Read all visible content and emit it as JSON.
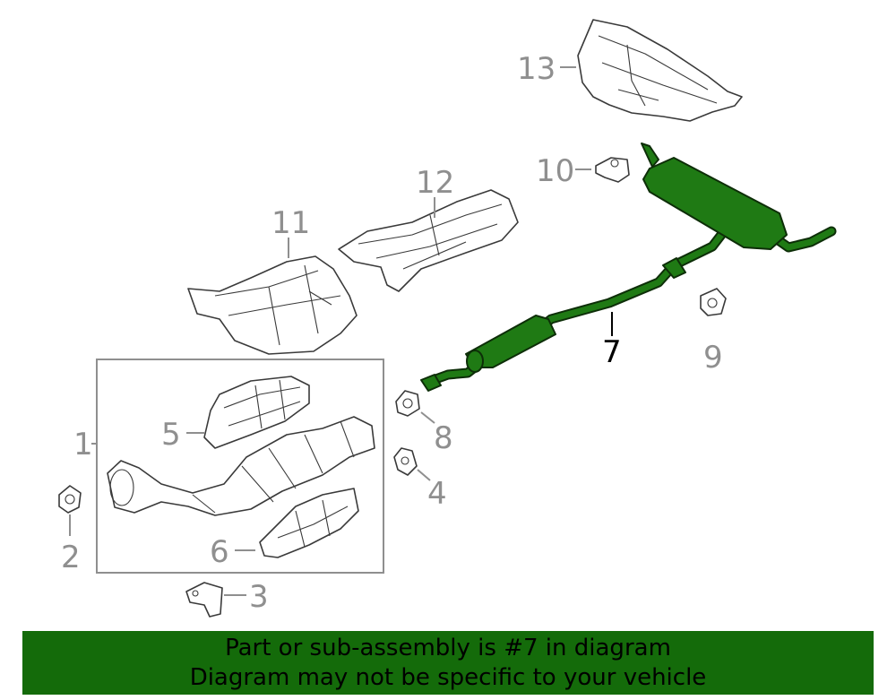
{
  "diagram": {
    "callouts": [
      {
        "id": "1",
        "label": "1"
      },
      {
        "id": "2",
        "label": "2"
      },
      {
        "id": "3",
        "label": "3"
      },
      {
        "id": "4",
        "label": "4"
      },
      {
        "id": "5",
        "label": "5"
      },
      {
        "id": "6",
        "label": "6"
      },
      {
        "id": "7",
        "label": "7",
        "highlighted": true
      },
      {
        "id": "8",
        "label": "8"
      },
      {
        "id": "9",
        "label": "9"
      },
      {
        "id": "10",
        "label": "10"
      },
      {
        "id": "11",
        "label": "11"
      },
      {
        "id": "12",
        "label": "12"
      },
      {
        "id": "13",
        "label": "13"
      }
    ],
    "colors": {
      "highlight_part": "#1f7a14",
      "callout_text": "#8f8f8f",
      "callout_active": "#000000",
      "banner_bg": "#146b0a"
    }
  },
  "banner": {
    "line1": "Part or sub-assembly is #7 in diagram",
    "line2": "Diagram may not be specific to your vehicle"
  }
}
